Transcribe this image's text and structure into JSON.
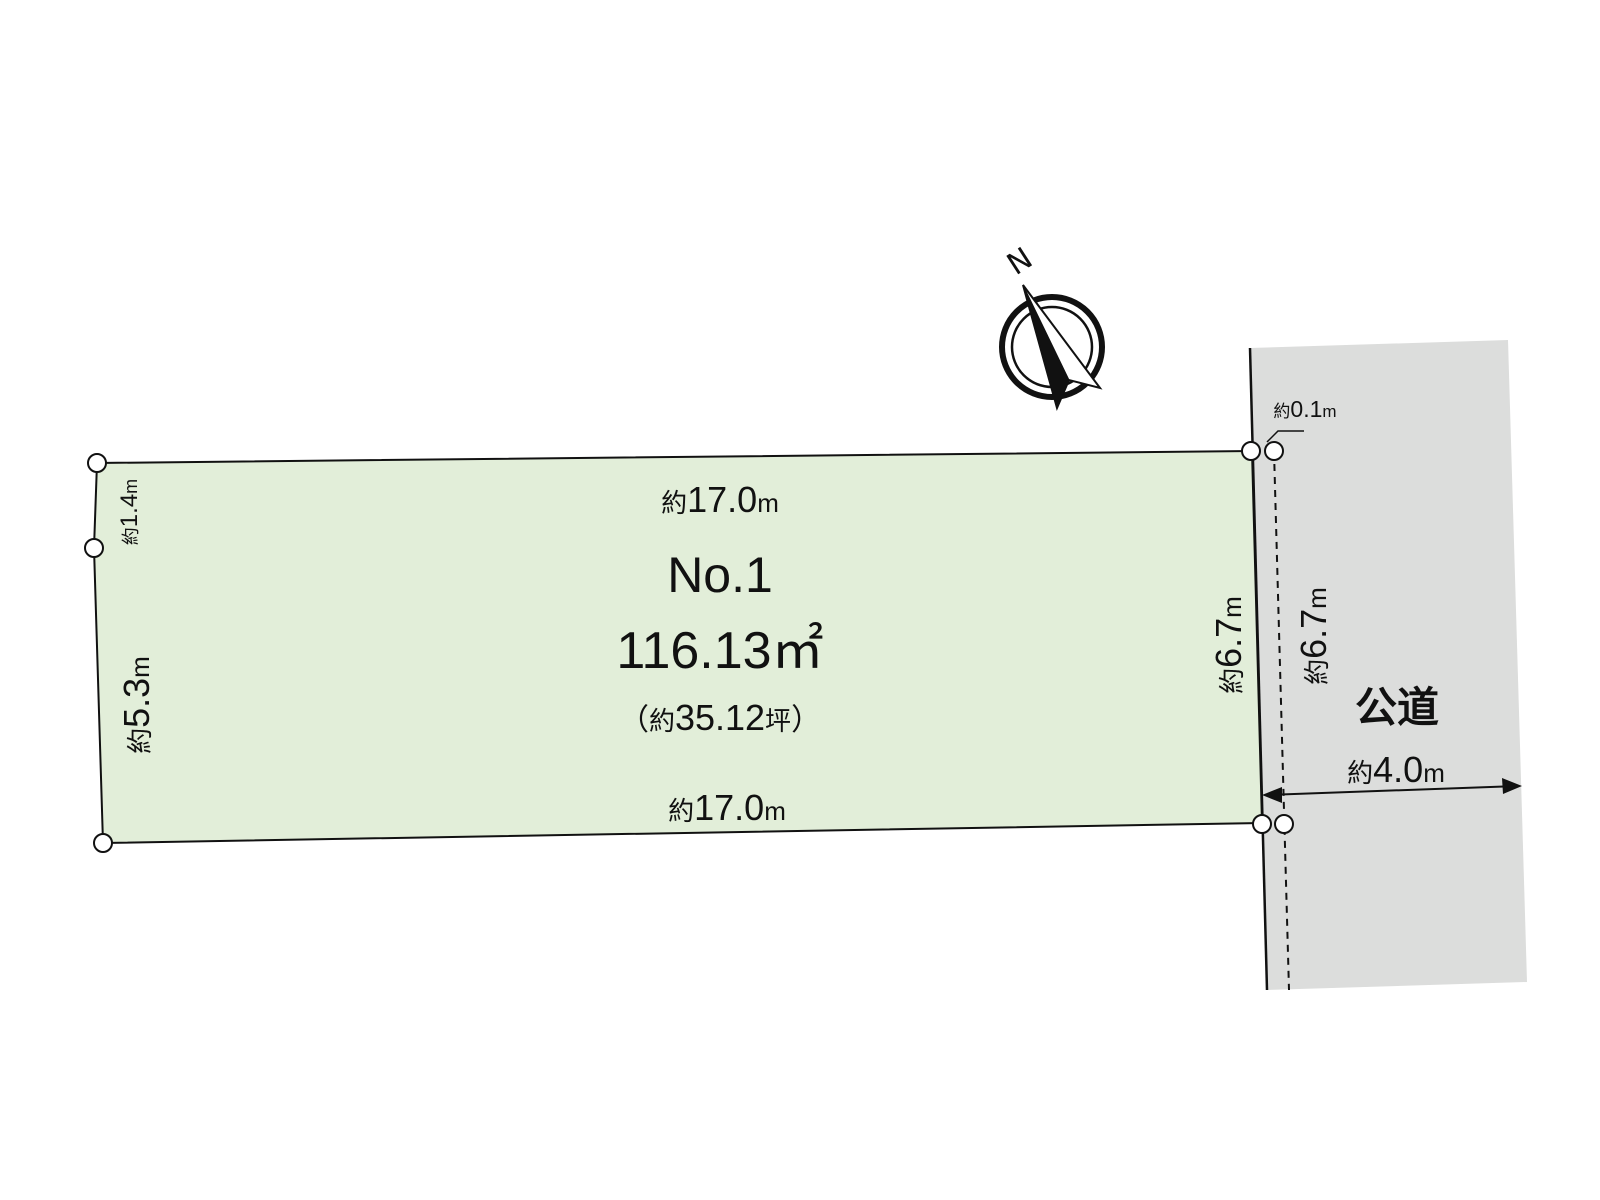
{
  "colors": {
    "lot_fill": "#e2eed9",
    "road_fill": "#dcdddc",
    "line": "#111111",
    "background": "#ffffff"
  },
  "compass": {
    "label": "N",
    "icon": "north-arrow-icon"
  },
  "lot": {
    "name": "No.1",
    "area_sqm": "116.13㎡",
    "area_tsubo_open": "（",
    "area_tsubo_prefix": "約",
    "area_tsubo_value": "35.12",
    "area_tsubo_unit": "坪",
    "area_tsubo_close": "）",
    "dimensions": {
      "top": {
        "prefix": "約",
        "value": "17.0",
        "unit": "m"
      },
      "bottom": {
        "prefix": "約",
        "value": "17.0",
        "unit": "m"
      },
      "left_upper": {
        "prefix": "約",
        "value": "1.4",
        "unit": "m"
      },
      "left_lower": {
        "prefix": "約",
        "value": "5.3",
        "unit": "m"
      },
      "right": {
        "prefix": "約",
        "value": "6.7",
        "unit": "m"
      }
    }
  },
  "road": {
    "label": "公道",
    "frontage": {
      "prefix": "約",
      "value": "6.7",
      "unit": "m"
    },
    "width": {
      "prefix": "約",
      "value": "4.0",
      "unit": "m"
    },
    "setback": {
      "prefix": "約",
      "value": "0.1",
      "unit": "m"
    }
  }
}
